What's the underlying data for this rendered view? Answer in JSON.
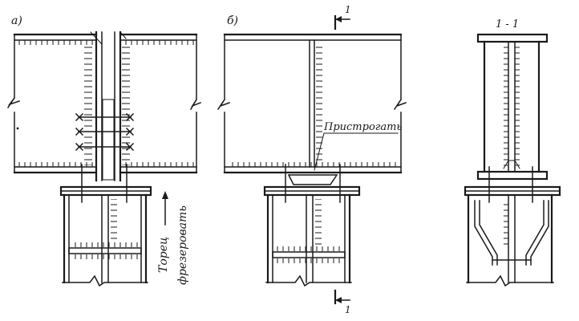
{
  "labels": {
    "fig_a": "а)",
    "fig_b": "б)",
    "section_title": "1 - 1",
    "section_mark_top": "1",
    "section_mark_bottom": "1",
    "planing_note": "Пристрогать",
    "end_note_line1": "Торец",
    "end_note_line2": "фрезеровать"
  },
  "colors": {
    "ink": "#1a1a1a",
    "paper": "#ffffff"
  }
}
